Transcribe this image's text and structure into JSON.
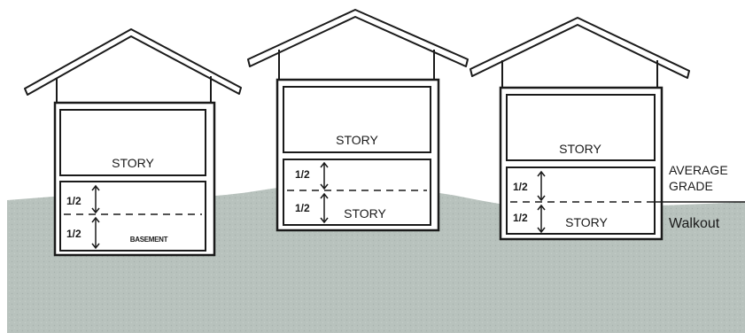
{
  "colors": {
    "ground": "#b8c2bd",
    "ground_speckle": "#a7b2ad",
    "line": "#1a1a1a",
    "house_fill": "#ffffff"
  },
  "labels": {
    "story": "STORY",
    "half": "1/2",
    "basement": "BASEMENT",
    "average_grade": [
      "AVERAGE",
      "GRADE"
    ],
    "walkout": "Walkout"
  },
  "houses": [
    {
      "upper": "STORY",
      "lower": "BASEMENT"
    },
    {
      "upper": "STORY",
      "lower": "STORY"
    },
    {
      "upper": "STORY",
      "lower": "STORY"
    }
  ]
}
